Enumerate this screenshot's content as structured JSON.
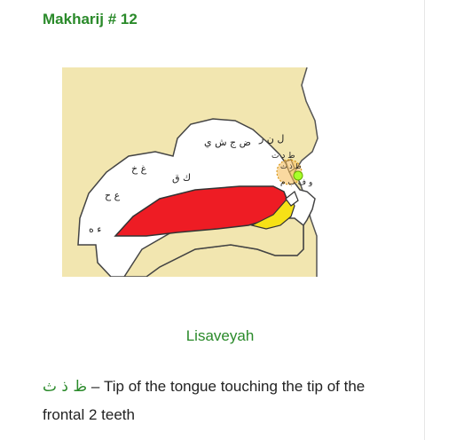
{
  "heading": "Makharij # 12",
  "figure_labels": {
    "throat_deep": "ء ه",
    "throat_mid": "ع ح",
    "throat_top": "غ خ",
    "back_tongue": "ك ق",
    "middle_tongue": "ض ج ش ي",
    "edge_top": "ل ن ر",
    "tip_letters": "ط د ت",
    "lips": "و ف ب م",
    "front_teeth": "ظ ذ ث"
  },
  "caption": "Lisaveyah",
  "description": {
    "arabic": "ظ ذ ث",
    "text": " – Tip of the tongue touching the tip of the frontal 2 teeth"
  },
  "colors": {
    "heading": "#2a8a2a",
    "palate": "#f2e6b0",
    "tongue": "#ee1c24",
    "highlight": "#a8ff2a"
  }
}
